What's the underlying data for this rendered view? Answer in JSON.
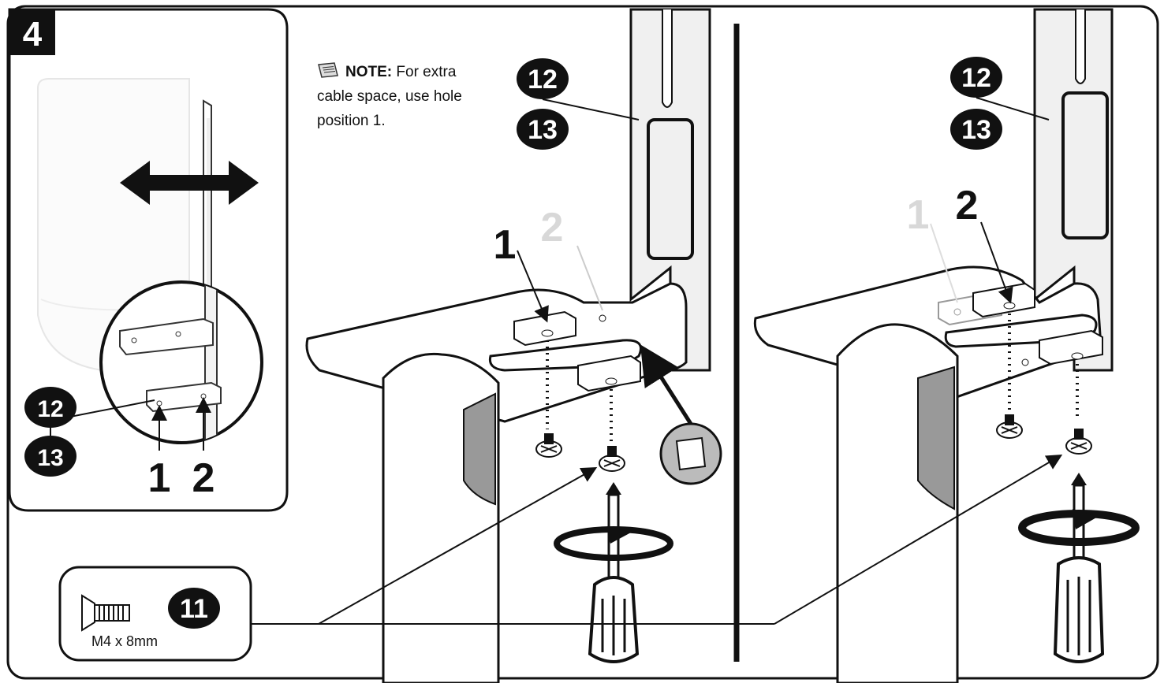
{
  "step": {
    "number": "4"
  },
  "note": {
    "heading": "NOTE:",
    "text": "For extra cable space, use hole position 1."
  },
  "inset": {
    "arrow": "double-headed horizontal arrow",
    "hole_labels": [
      "1",
      "2"
    ],
    "part_badges": [
      "12",
      "13"
    ]
  },
  "left_panel": {
    "part_badges": [
      "12",
      "13"
    ],
    "hole_active": "1",
    "hole_ghost": "2"
  },
  "right_panel": {
    "part_badges": [
      "12",
      "13"
    ],
    "hole_active": "2",
    "hole_ghost": "1"
  },
  "hardware": {
    "badge": "11",
    "caption": "M4 x 8mm"
  },
  "icons": [
    "note-icon",
    "screwdriver-icon",
    "rotation-arrow-icon",
    "screw-icon"
  ]
}
